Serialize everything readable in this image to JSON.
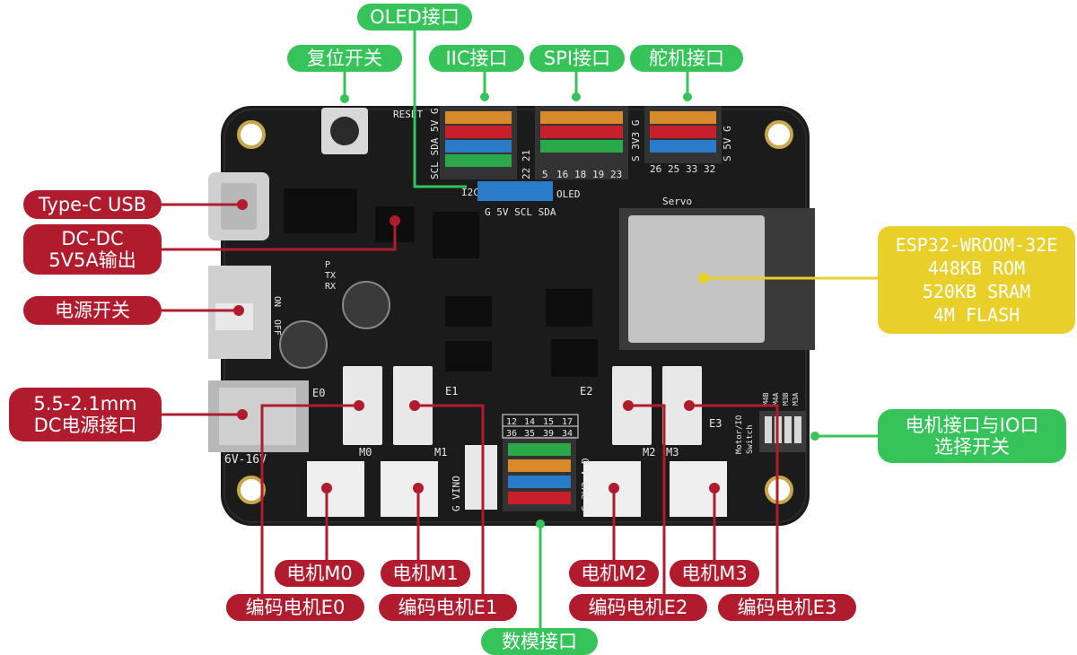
{
  "labels": {
    "oled": "OLED接口",
    "reset": "复位开关",
    "iic": "IIC接口",
    "spi": "SPI接口",
    "servo": "舵机接口",
    "typec": "Type-C USB",
    "dcdc_1": "DC-DC",
    "dcdc_2": "5V5A输出",
    "power_switch": "电源开关",
    "dc_jack_1": "5.5-2.1mm",
    "dc_jack_2": "DC电源接口",
    "esp32": [
      "ESP32-WROOM-32E",
      "448KB ROM",
      "520KB SRAM",
      "4M FLASH"
    ],
    "motor_io_1": "电机接口与IO口",
    "motor_io_2": "选择开关",
    "m0": "电机M0",
    "e0": "编码电机E0",
    "m1": "电机M1",
    "e1": "编码电机E1",
    "m2": "电机M2",
    "e2": "编码电机E2",
    "m3": "电机M3",
    "e3": "编码电机E3",
    "dac": "数模接口"
  },
  "silkscreen": {
    "reset": "RESET",
    "iic_pins": "SCL SDA 5V G",
    "iic_nums": "22 21",
    "i2c": "I2C",
    "oled_tag": "OLED",
    "oled_pins": "G 5V SCL SDA",
    "spi_pins": "S 3V3 G",
    "spi_nums": [
      "5",
      "16",
      "18",
      "19",
      "23"
    ],
    "servo_pins": "S 5V G",
    "servo_nums": [
      "26",
      "25",
      "33",
      "32"
    ],
    "servo": "Servo",
    "p": "P",
    "tx": "TX",
    "rx": "RX",
    "on": "ON",
    "off": "OFF",
    "e0": "E0",
    "e1": "E1",
    "e2": "E2",
    "e3": "E3",
    "m0": "M0",
    "m1": "M1",
    "m2": "M2",
    "m3": "M3",
    "dac_nums_top": [
      "12",
      "14",
      "15",
      "17"
    ],
    "dac_nums_bot": [
      "36",
      "35",
      "39",
      "34"
    ],
    "dac_side": "G 3V3 A D",
    "vino": "G VINO",
    "voltage": "6V-16V",
    "switch_1": "Motor/IO",
    "switch_2": "Switch",
    "switch_cols": [
      "M4B",
      "M4A",
      "M3B",
      "M3A"
    ]
  },
  "colors": {
    "red_label": "#b01c2e",
    "green_label": "#36c35a",
    "yellow_label": "#e8cf2a",
    "board": "#1b1b1b"
  }
}
